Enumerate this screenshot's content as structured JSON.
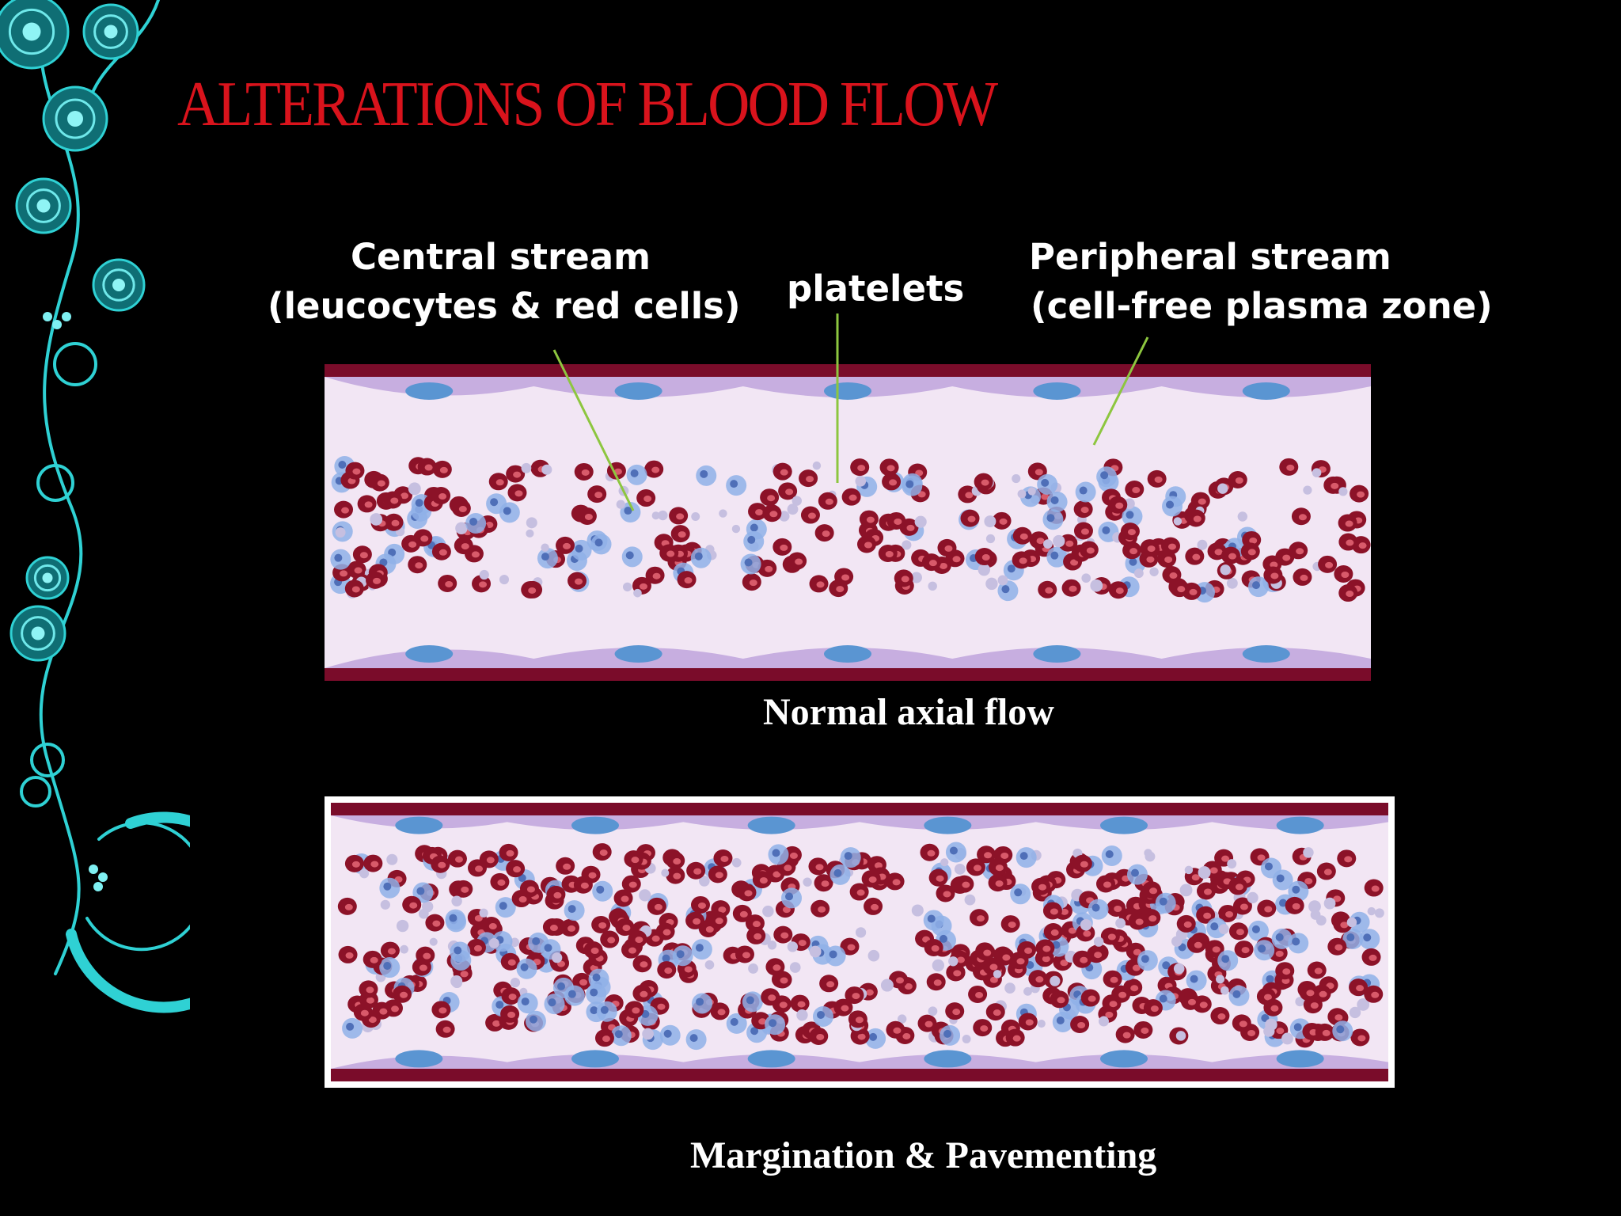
{
  "slide": {
    "title": "ALTERATIONS OF BLOOD FLOW",
    "colors": {
      "title": "#d9131c",
      "ornament": "#2fd1d4",
      "vessel_wall": "#7a0c2a",
      "plasma": "#f2e6f4",
      "endothelium": "#c7aee0",
      "nucleus": "#5a95d2",
      "red_cell": "#8c1228",
      "leucocyte": "#8fb0e8",
      "platelet": "#c6bfe0",
      "leader_line": "#8dc63f"
    },
    "icons": [
      "rose-vine-ornament-icon"
    ]
  },
  "diagram1": {
    "labels": {
      "central_line1": "Central stream",
      "central_line2": "(leucocytes & red cells)",
      "platelets": "platelets",
      "peripheral_line1": "Peripheral stream",
      "peripheral_line2": "(cell-free plasma zone)"
    },
    "caption": "Normal axial flow"
  },
  "diagram2": {
    "caption": "Margination & Pavementing"
  }
}
